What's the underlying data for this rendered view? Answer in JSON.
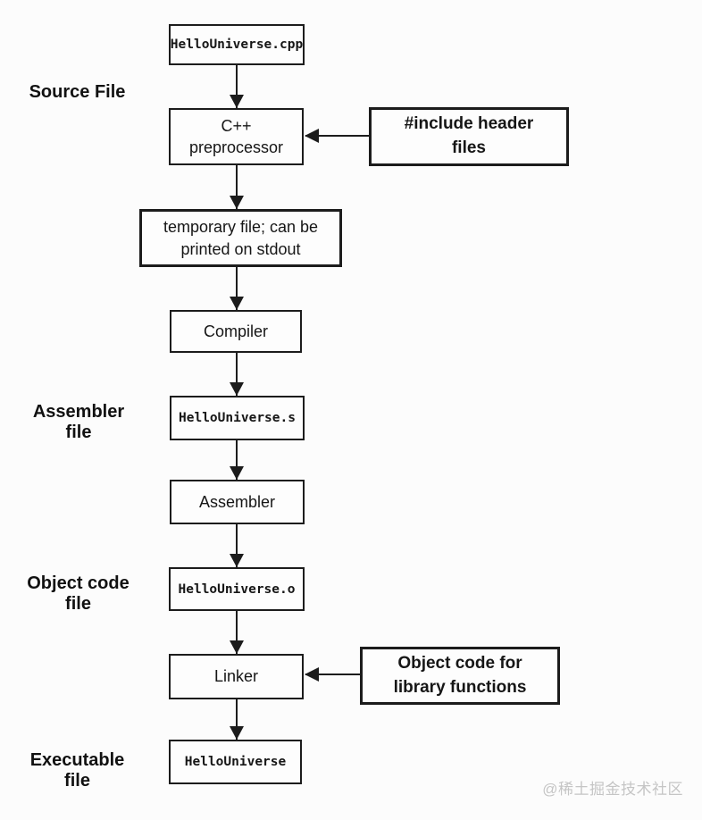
{
  "diagram": {
    "nodes": {
      "cpp": "HelloUniverse.cpp",
      "preprocessor": "C++\npreprocessor",
      "include_header": "#include header\nfiles",
      "temp_file": "temporary file; can be\nprinted on stdout",
      "compiler": "Compiler",
      "asm_file": "HelloUniverse.s",
      "assembler": "Assembler",
      "obj_file": "HelloUniverse.o",
      "linker": "Linker",
      "library_obj": "Object code for\nlibrary functions",
      "executable": "HelloUniverse"
    },
    "side_labels": {
      "source": "Source File",
      "assembler": "Assembler\nfile",
      "object": "Object code\nfile",
      "executable": "Executable\nfile"
    },
    "colors": {
      "line": "#1c1c1c",
      "background": "#fcfcfc",
      "box_fill": "#fdfdfd",
      "watermark": "#c5c5c5"
    }
  },
  "watermark": "@稀土掘金技术社区"
}
